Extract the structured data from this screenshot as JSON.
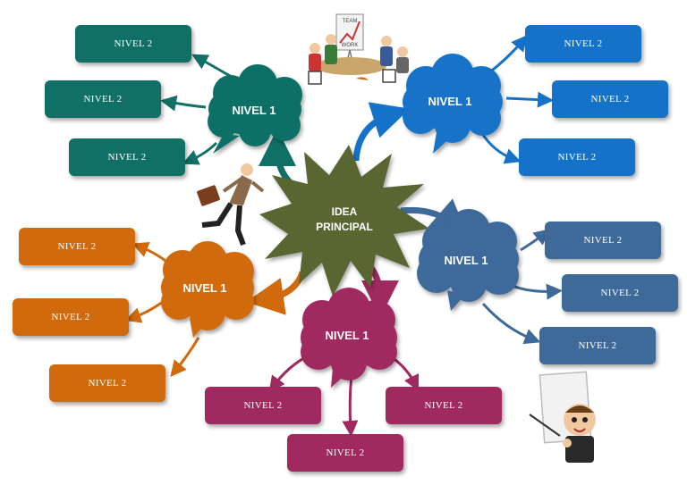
{
  "central": {
    "line1": "IDEA",
    "line2": "PRINCIPAL",
    "color": "#5a6632"
  },
  "branches": [
    {
      "id": "teal",
      "color": "#117066",
      "level1": "NIVEL 1",
      "level2": [
        "NIVEL 2",
        "NIVEL 2",
        "NIVEL 2"
      ]
    },
    {
      "id": "blue",
      "color": "#1473c8",
      "level1": "NIVEL 1",
      "level2": [
        "NIVEL 2",
        "NIVEL 2",
        "NIVEL 2"
      ]
    },
    {
      "id": "steel",
      "color": "#3e6a9a",
      "level1": "NIVEL 1",
      "level2": [
        "NIVEL 2",
        "NIVEL 2",
        "NIVEL 2"
      ]
    },
    {
      "id": "magenta",
      "color": "#a02a60",
      "level1": "NIVEL 1",
      "level2": [
        "NIVEL 2",
        "NIVEL 2",
        "NIVEL 2"
      ]
    },
    {
      "id": "orange",
      "color": "#d06a0c",
      "level1": "NIVEL 1",
      "level2": [
        "NIVEL 2",
        "NIVEL 2",
        "NIVEL 2"
      ]
    }
  ],
  "illustrations": [
    "team-meeting-illustration",
    "running-businessman-illustration",
    "presenter-illustration"
  ]
}
